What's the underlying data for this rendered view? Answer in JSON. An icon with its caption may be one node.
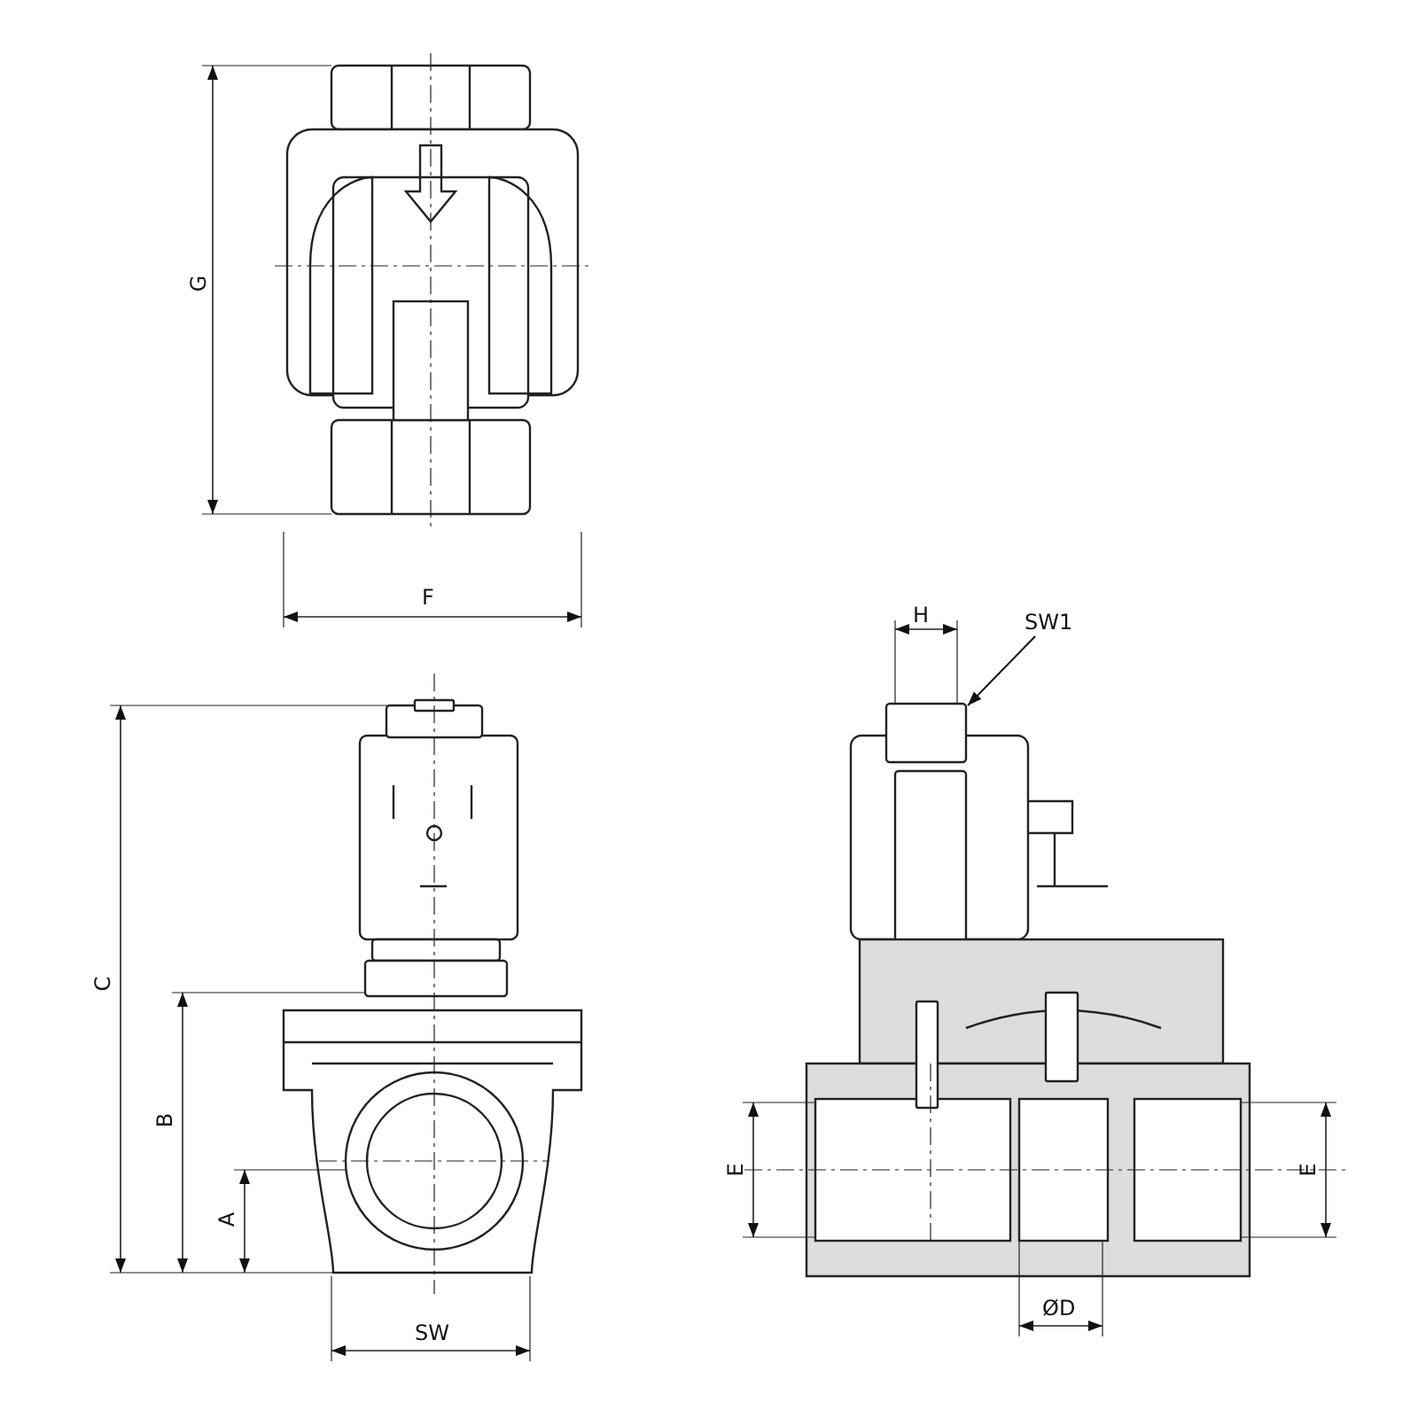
{
  "diagram": {
    "nodes": [
      {
        "text": [
          "SW1"
        ]
      },
      {
        "text": [],
        "shape": "box"
      }
    ],
    "edges": [
      {
        "from": 0,
        "to": 1,
        "arrow": "to"
      }
    ],
    "labels": [
      "G",
      "F",
      "H",
      "C",
      "B",
      "A",
      "E",
      "E",
      "SW",
      "ØD"
    ]
  }
}
